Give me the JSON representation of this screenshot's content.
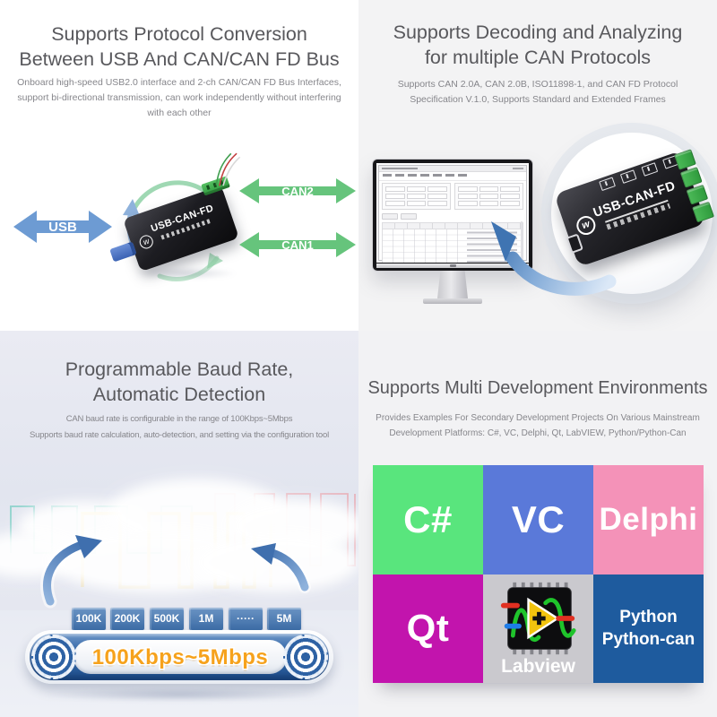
{
  "quadrants": {
    "protocol_conversion": {
      "title_lines": [
        "Supports Protocol Conversion",
        "Between USB And CAN/CAN FD Bus"
      ],
      "description_lines": [
        "Onboard high-speed USB2.0 interface and 2-ch CAN/CAN FD Bus Interfaces,",
        "support bi-directional transmission, can work independently without interfering",
        "with each other"
      ],
      "usb_label": "USB",
      "can2_label": "CAN2",
      "can1_label": "CAN1",
      "device_label": "USB-CAN-FD",
      "colors": {
        "usb_arrow": "#6D9BD3",
        "can_arrow": "#66C47C"
      }
    },
    "decoding": {
      "title_lines": [
        "Supports Decoding and Analyzing",
        "for multiple CAN Protocols"
      ],
      "description_lines": [
        "Supports CAN 2.0A, CAN 2.0B, ISO11898-1, and CAN FD Protocol",
        "Specification V.1.0, Supports Standard and Extended Frames"
      ],
      "device_label": "USB-CAN-FD"
    },
    "baud_rate": {
      "title_lines": [
        "Programmable Baud Rate,",
        "Automatic Detection"
      ],
      "description_lines": [
        "CAN baud rate is configurable in the range of 100Kbps~5Mbps",
        "Supports baud rate calculation, auto-detection, and setting via the configuration tool"
      ],
      "baud_blocks": [
        "100K",
        "200K",
        "500K",
        "1M",
        "·····",
        "5M"
      ],
      "belt_label": "100Kbps~5Mbps",
      "colors": {
        "belt_text": "#F6A21C",
        "blocks": "#4878B0",
        "conveyor": "#2E62A4",
        "arrows": "#4F7FB8"
      }
    },
    "dev_environments": {
      "title": "Supports Multi Development Environments",
      "description_lines": [
        "Provides Examples For Secondary Development Projects On Various Mainstream",
        "Development Platforms: C#, VC, Delphi, Qt, LabVIEW, Python/Python-Can"
      ],
      "tiles": [
        {
          "label": "C#",
          "color": "#59E57D"
        },
        {
          "label": "VC",
          "color": "#5A79D9"
        },
        {
          "label": "Delphi",
          "color": "#F492B8"
        },
        {
          "label": "Qt",
          "color": "#C214AD"
        },
        {
          "label": "Labview",
          "color": "#CAC9CE"
        },
        {
          "label_line1": "Python",
          "label_line2": "Python-can",
          "color": "#1E5B9E"
        }
      ]
    }
  }
}
